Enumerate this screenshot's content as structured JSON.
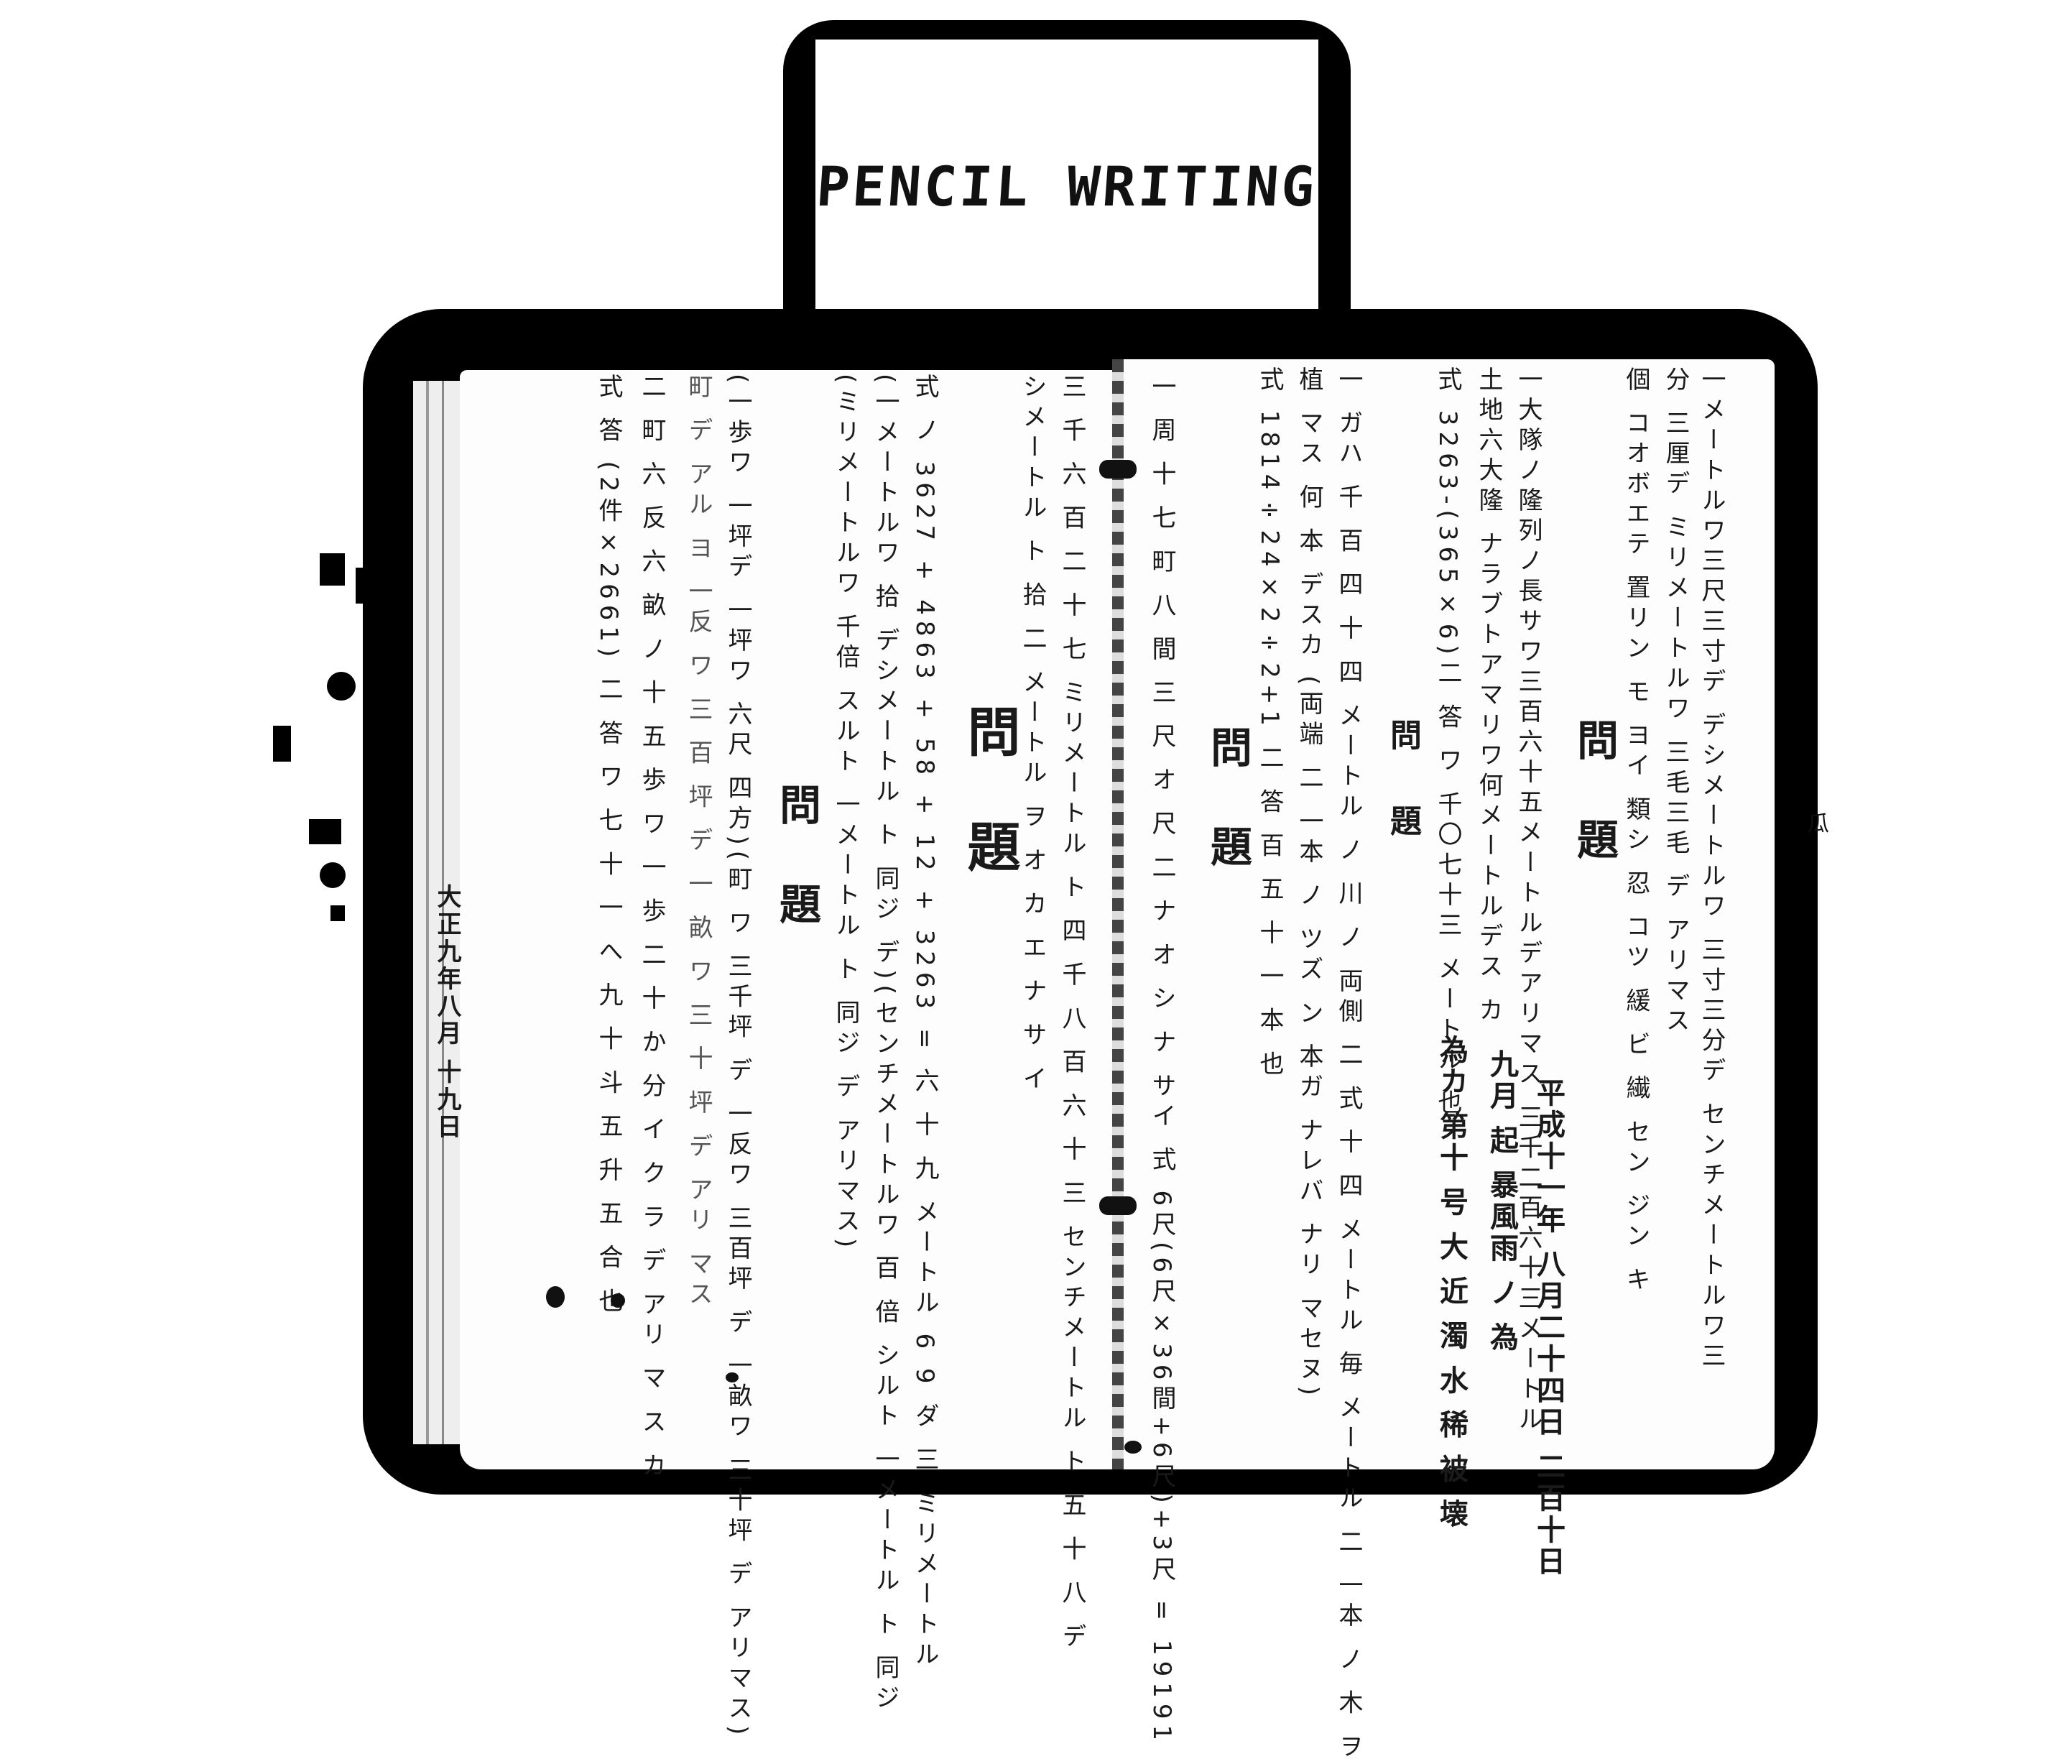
{
  "label": "PENCIL WRITING",
  "right_page": {
    "columns": [
      "一メートルワ三尺三寸デ デシメートルワ 三寸三分デ センチメートルワ三",
      "分 三厘デ ミリメートルワ 三毛三毛 デ アリマス",
      "個 コオボエテ 置リン モ ヨイ 類シ 忍 コツ 緩 ビ 繊 セン ジン キ",
      "問 題",
      "一大隊ノ隆列ノ長サワ三百六十五メートルデアリマス 三千二百六十三メートル",
      "土地六大隆 ナラブトアマリワ何メートルデス カ",
      "式 3263-(365×6)二 答 ワ 千〇七十三 メートル 也",
      "問 題",
      "一 ガハ 千 百 四 十 四 メートル ノ 川 ノ 両側 二 式 十 四 メートル 毎 メートル 二 一本 ノ 木 ヲ",
      "植 マス 何 本 デスカ (両端 二 一本 ノ ツズ ン 本ガ ナレバ ナリ マセヌ)",
      "式 1814÷24×2÷2+1 二 答 百 五 十 一 本 也",
      "問 題",
      "一 周 十 七 町 八 間 三 尺 オ 尺 二 ナ オ シ ナ サイ 式 6尺(6尺×36間+6尺)+3尺 = 19191"
    ],
    "handwritten_notes": [
      "平成十一年 八月二十四日 二百十日",
      "九月 起 暴風雨 ノ 為",
      "為カ 第十 号 大 近 濁 水 稀 被 壊"
    ]
  },
  "left_page": {
    "columns": [
      "三 千 六 百 二 十 七 ミリメートル ト 四 千 八 百 六 十 三 センチメートル ト 五 十 八 デ",
      "シメートル ト 拾 二 メートル ヲ オ カ エ ナ サ イ",
      "問 題",
      "式 ノ 3627 + 4863 + 58 + 12 + 3263 = 六 十 九 メートル 6 9 ダ 三 ミリメートル",
      "(一メートルワ 拾 デシメートル ト 同ジ デ)(センチメートルワ 百 倍 シルト 一メートル ト 同ジ",
      "(ミリメートルワ 千倍 スルト 一メートル ト 同ジ デ アリマス)",
      "問 題",
      "(一歩ワ 一坪デ 一坪ワ 六尺 四方)(町 ワ 三千坪 デ 一反ワ 三百坪 デ 一畝ワ 三十坪 デ アリマス)",
      "町 デ アル ヨ 一反 ワ 三 百 坪 デ 一 畝 ワ 三 十 坪 デ アリ マス",
      "二 町 六 反 六 畝 ノ 十 五 歩 ワ 一 歩 二 十 か 分 イ ク ラ デ アリ マ ス カ",
      "式 答 (2件×2661) 二 答 ワ 七 十 一 へ 九 十 斗 五 升 五 合 也"
    ],
    "margin_note": "大正九年八月 十九日"
  },
  "edge_fragment_right": "瓜"
}
